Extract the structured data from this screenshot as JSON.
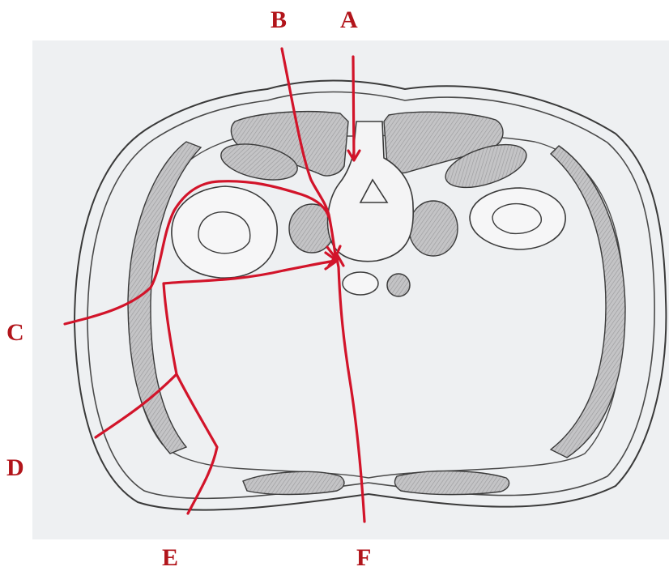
{
  "labels": {
    "a": "A",
    "b": "B",
    "c": "C",
    "d": "D",
    "e": "E",
    "f": "F"
  },
  "colors": {
    "paper": "#eef0f2",
    "outline": "#3a3a3a",
    "muscle_fill": "#b9b9bb",
    "needle_path": "#d2142a",
    "label_text": "#b2151b"
  }
}
